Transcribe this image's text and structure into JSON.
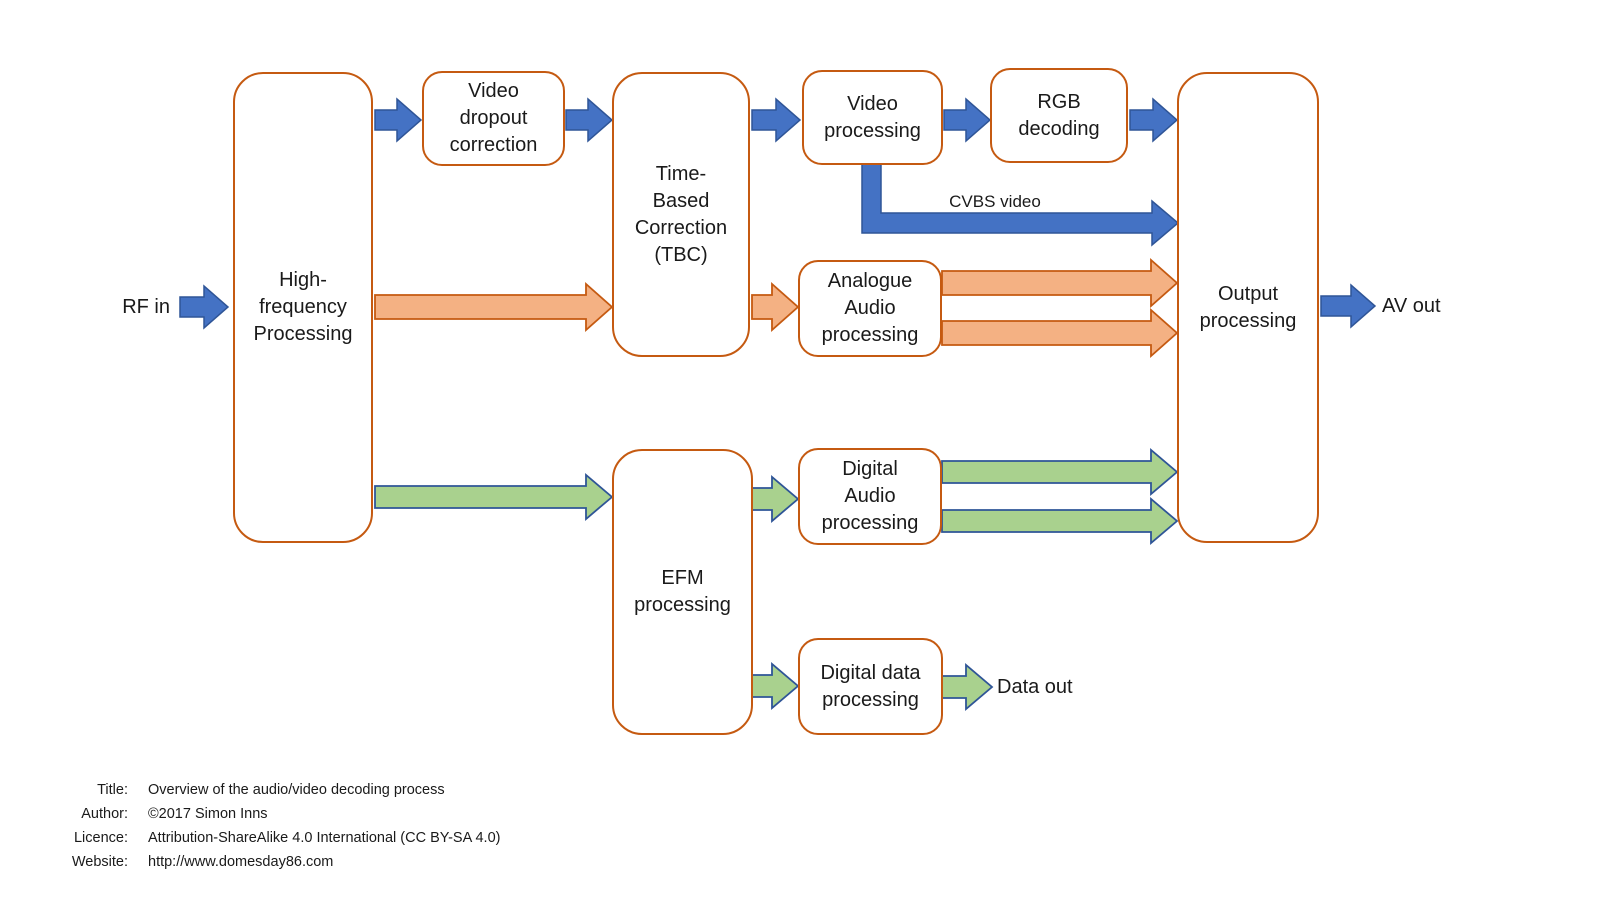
{
  "colors": {
    "box_border": "#C55A11",
    "arrow_blue": "#4472C4",
    "arrow_blue_border": "#2F5597",
    "arrow_orange": "#F4B183",
    "arrow_orange_border": "#C55A11",
    "arrow_green": "#A9D18E",
    "arrow_green_border": "#2F5597"
  },
  "nodes": {
    "hf": {
      "label": "High-\nfrequency\nProcessing"
    },
    "dropout": {
      "label": "Video\ndropout\ncorrection"
    },
    "tbc": {
      "label": "Time-\nBased\nCorrection\n(TBC)"
    },
    "videoproc": {
      "label": "Video\nprocessing"
    },
    "rgb": {
      "label": "RGB\ndecoding"
    },
    "output": {
      "label": "Output\nprocessing"
    },
    "efm": {
      "label": "EFM\nprocessing"
    },
    "digaudio": {
      "label": "Digital\nAudio\nprocessing"
    },
    "digdata": {
      "label": "Digital data\nprocessing"
    }
  },
  "labels": {
    "rf_in": "RF in",
    "av_out": "AV out",
    "cvbs": "CVBS video",
    "data_out": "Data out"
  },
  "edges": [
    {
      "from": "RF in",
      "to": "High-frequency Processing",
      "type": "blue"
    },
    {
      "from": "High-frequency Processing",
      "to": "Video dropout correction",
      "type": "blue"
    },
    {
      "from": "Video dropout correction",
      "to": "Time-Based Correction (TBC)",
      "type": "blue"
    },
    {
      "from": "Time-Based Correction (TBC)",
      "to": "Video processing",
      "type": "blue"
    },
    {
      "from": "Video processing",
      "to": "RGB decoding",
      "type": "blue"
    },
    {
      "from": "RGB decoding",
      "to": "Output processing",
      "type": "blue"
    },
    {
      "from": "Video processing",
      "to": "Output processing",
      "type": "blue",
      "label": "CVBS video"
    },
    {
      "from": "High-frequency Processing",
      "to": "Time-Based Correction (TBC)",
      "type": "orange"
    },
    {
      "from": "Time-Based Correction (TBC)",
      "to": "Analogue Audio processing",
      "type": "orange"
    },
    {
      "from": "Analogue Audio processing",
      "to": "Output processing",
      "type": "orange",
      "count": 2
    },
    {
      "from": "High-frequency Processing",
      "to": "EFM processing",
      "type": "green"
    },
    {
      "from": "EFM processing",
      "to": "Digital Audio processing",
      "type": "green"
    },
    {
      "from": "Digital Audio processing",
      "to": "Output processing",
      "type": "green",
      "count": 2
    },
    {
      "from": "EFM processing",
      "to": "Digital data processing",
      "type": "green"
    },
    {
      "from": "Digital data processing",
      "to": "Data out",
      "type": "green"
    },
    {
      "from": "Output processing",
      "to": "AV out",
      "type": "blue"
    }
  ],
  "analogue_label": "Analogue\nAudio\nprocessing",
  "footer": {
    "rows": [
      {
        "label": "Title:",
        "value": "Overview of the audio/video decoding process"
      },
      {
        "label": "Author:",
        "value": "©2017 Simon Inns"
      },
      {
        "label": "Licence:",
        "value": "Attribution-ShareAlike 4.0 International (CC BY-SA 4.0)"
      },
      {
        "label": "Website:",
        "value": "http://www.domesday86.com"
      }
    ]
  }
}
